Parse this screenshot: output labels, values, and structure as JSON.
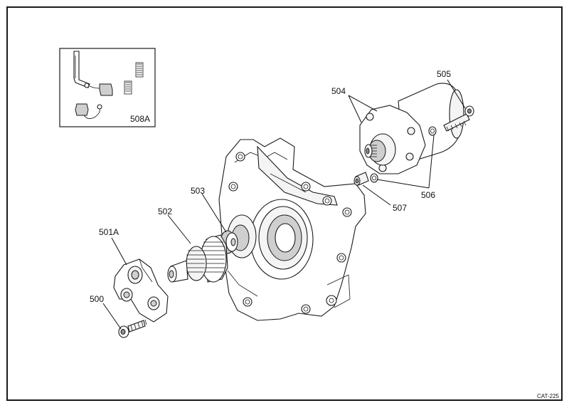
{
  "catalog_code": "CAT-225",
  "callouts": {
    "c500": "500",
    "c501A": "501A",
    "c502": "502",
    "c503": "503",
    "c504": "504",
    "c505": "505",
    "c506": "506",
    "c507": "507",
    "c508A": "508A"
  },
  "colors": {
    "line": "#1a1a1a",
    "fill_light": "#f4f4f4",
    "fill_mid": "#cfcfcf",
    "fill_dark": "#8d8d8d"
  }
}
